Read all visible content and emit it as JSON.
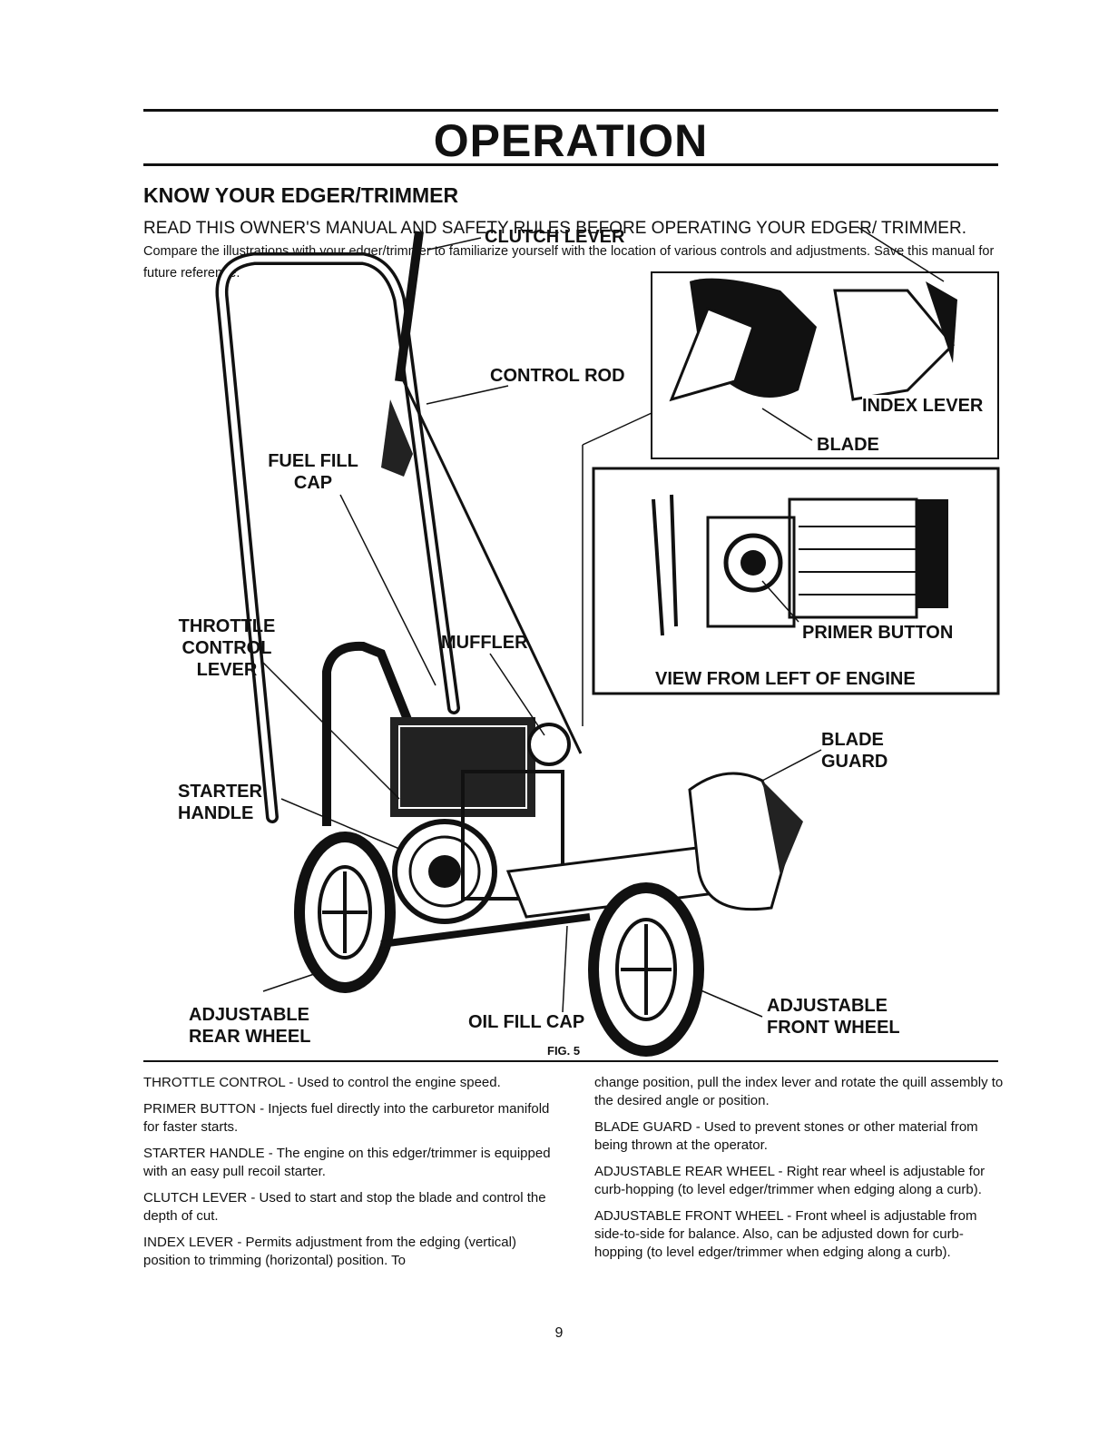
{
  "header": {
    "title": "OPERATION",
    "subtitle": "KNOW YOUR EDGER/TRIMMER"
  },
  "intro": {
    "lead": "READ THIS OWNER'S MANUAL AND SAFETY RULES BEFORE OPERATING YOUR EDGER/ TRIMMER.",
    "body": "Compare the illustrations with your edger/trimmer to familiarize yourself with the location of various controls and adjustments. Save this manual for future reference."
  },
  "figure": {
    "caption": "FIG. 5",
    "labels": {
      "clutch_lever": "CLUTCH LEVER",
      "control_rod": "CONTROL ROD",
      "fuel_fill_cap": "FUEL FILL\nCAP",
      "throttle_control_lever": "THROTTLE\nCONTROL\nLEVER",
      "muffler": "MUFFLER",
      "starter_handle": "STARTER\nHANDLE",
      "adjustable_rear_wheel": "ADJUSTABLE\nREAR WHEEL",
      "oil_fill_cap": "OIL FILL CAP",
      "adjustable_front_wheel": "ADJUSTABLE\nFRONT WHEEL",
      "blade_guard": "BLADE\nGUARD",
      "index_lever": "INDEX LEVER",
      "blade": "BLADE",
      "primer_button": "PRIMER BUTTON",
      "view_from_left": "VIEW FROM LEFT OF ENGINE"
    }
  },
  "descriptions": {
    "left": [
      "THROTTLE CONTROL - Used to control the engine speed.",
      "PRIMER BUTTON - Injects fuel directly into the carburetor manifold for faster starts.",
      "STARTER HANDLE - The engine on this edger/trimmer is equipped with an easy pull recoil starter.",
      "CLUTCH LEVER - Used to start and stop the blade and control the depth of cut.",
      "INDEX LEVER - Permits adjustment from the edging (vertical) position to trimming (horizontal) position. To"
    ],
    "right": [
      "change position, pull the index lever and rotate the quill assembly to the desired angle or position.",
      "BLADE GUARD - Used to prevent stones or other material from being thrown at the operator.",
      "ADJUSTABLE REAR WHEEL - Right rear wheel is adjustable for curb-hopping (to level edger/trimmer when edging along a curb).",
      "ADJUSTABLE FRONT WHEEL - Front wheel is adjustable from side-to-side for balance. Also, can be adjusted down for curb-hopping (to level edger/trimmer when edging along a curb)."
    ]
  },
  "footer": {
    "page_number": "9"
  }
}
